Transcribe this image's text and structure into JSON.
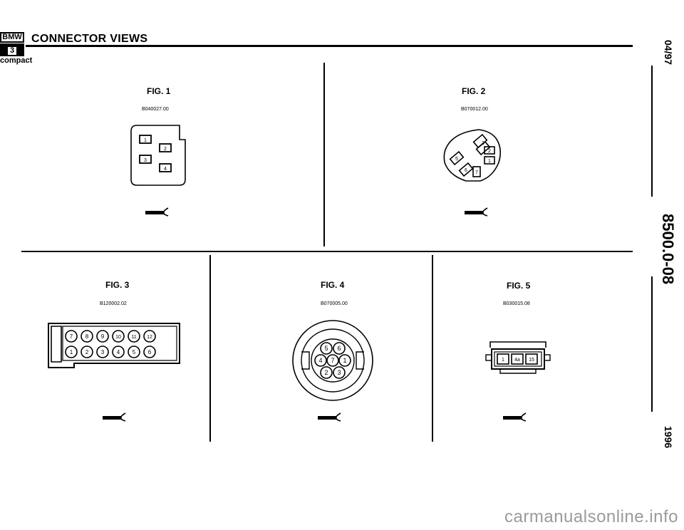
{
  "header": {
    "logo_brand": "BMW",
    "logo_model": "3",
    "logo_sub": "compact",
    "title": "CONNECTOR VIEWS"
  },
  "side": {
    "date": "04/97",
    "doc_number": "8500.0-08",
    "year": "1996"
  },
  "figures": [
    {
      "label": "FIG. 1",
      "code": "B040027.00",
      "pins": [
        "1",
        "2",
        "3",
        "4"
      ]
    },
    {
      "label": "FIG. 2",
      "code": "B070012.00",
      "pins": [
        "3",
        "2",
        "5",
        "1",
        "6",
        "7"
      ]
    },
    {
      "label": "FIG. 3",
      "code": "B120002.02",
      "pins": [
        "7",
        "8",
        "9",
        "10",
        "11",
        "12",
        "1",
        "2",
        "3",
        "4",
        "5",
        "6"
      ]
    },
    {
      "label": "FIG. 4",
      "code": "B070005.00",
      "pins": [
        "5",
        "6",
        "4",
        "7",
        "1",
        "2",
        "3"
      ]
    },
    {
      "label": "FIG. 5",
      "code": "B030015.08",
      "pins": [
        "1",
        "4a",
        "15"
      ]
    }
  ],
  "watermark": "carmanualsonline.info"
}
